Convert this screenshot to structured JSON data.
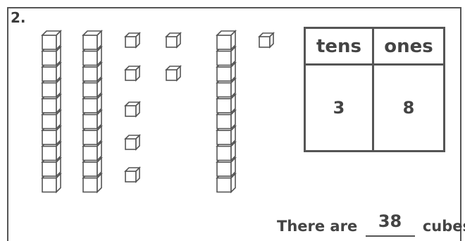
{
  "problem": {
    "number": "2."
  },
  "model": {
    "tens_rods": 3,
    "ones_cubes": 8
  },
  "table": {
    "headers": {
      "tens": "tens",
      "ones": "ones"
    },
    "values": {
      "tens": "3",
      "ones": "8"
    }
  },
  "sentence": {
    "before": "There are",
    "answer": "38",
    "after": "cubes."
  }
}
